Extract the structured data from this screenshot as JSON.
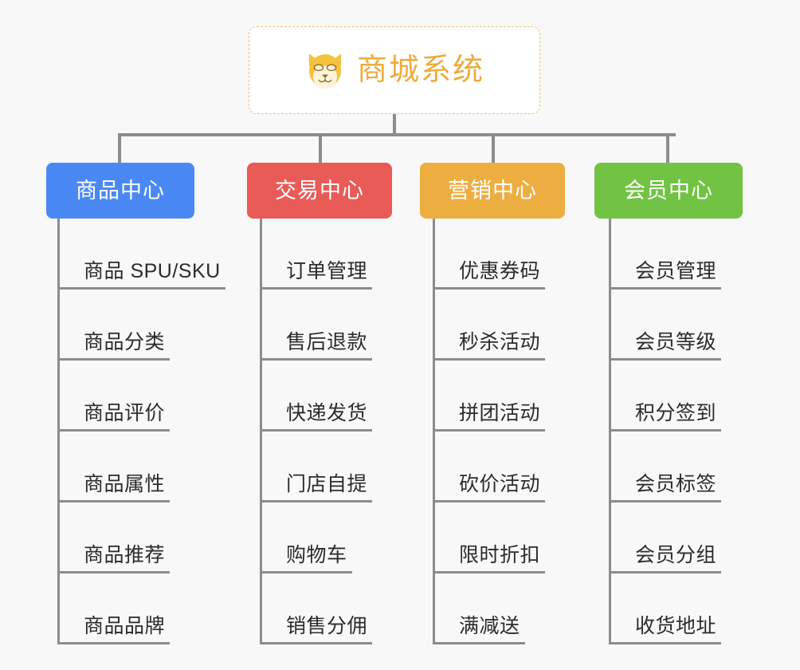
{
  "root": {
    "title": "商城系统",
    "icon": "shiba-dog-icon",
    "border_style": "dashed",
    "border_color": "#f0c070",
    "text_color": "#edab3e",
    "background": "#ffffff"
  },
  "canvas": {
    "background": "#f8f8f8",
    "connector_color": "#8c8c8c"
  },
  "columns": [
    {
      "id": "product-center",
      "label": "商品中心",
      "color": "#4a89f3",
      "color_name": "blue",
      "items": [
        "商品 SPU/SKU",
        "商品分类",
        "商品评价",
        "商品属性",
        "商品推荐",
        "商品品牌"
      ]
    },
    {
      "id": "trade-center",
      "label": "交易中心",
      "color": "#e85b57",
      "color_name": "red",
      "items": [
        "订单管理",
        "售后退款",
        "快递发货",
        "门店自提",
        "购物车",
        "销售分佣"
      ]
    },
    {
      "id": "marketing-center",
      "label": "营销中心",
      "color": "#edae41",
      "color_name": "orange",
      "items": [
        "优惠券码",
        "秒杀活动",
        "拼团活动",
        "砍价活动",
        "限时折扣",
        "满减送"
      ]
    },
    {
      "id": "member-center",
      "label": "会员中心",
      "color": "#72c344",
      "color_name": "green",
      "items": [
        "会员管理",
        "会员等级",
        "积分签到",
        "会员标签",
        "会员分组",
        "收货地址"
      ]
    }
  ]
}
